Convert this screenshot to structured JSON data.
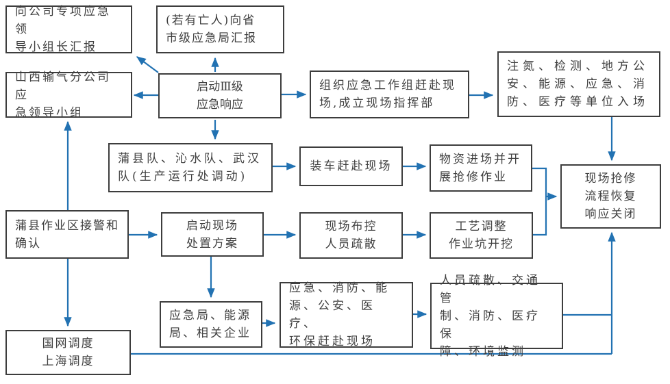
{
  "colors": {
    "arrow_blue": "#2272b2",
    "box_border": "#3d3d3d",
    "box_text": "#3f3f3f",
    "background": "#ffffff"
  },
  "nodes": {
    "report_company_leader": {
      "text": "向公司专项应急领\n导小组长汇报"
    },
    "report_provincial": {
      "text": "(若有亡人)向省\n市级应急局汇报"
    },
    "shanxi_branch_group": {
      "text": "山西输气分公司应\n急领导小组"
    },
    "start_level3_response": {
      "text": "启动Ⅲ级\n应急响应"
    },
    "organize_workgroup": {
      "text": "组织应急工作组赶赴现\n场,成立现场指挥部"
    },
    "units_enter_site": {
      "text": "注氮、检测、地方公\n安、能源、应急、消\n防、医疗等单位入场"
    },
    "rescue_teams": {
      "text": "蒲县队、沁水队、武汉\n队(生产运行处调动)"
    },
    "load_trucks": {
      "text": "装车赶赴现场"
    },
    "materials_arrive": {
      "text": "物资进场并开\n展抢修作业"
    },
    "repair_and_close": {
      "text": "现场抢修\n流程恢复\n响应关闭"
    },
    "puxian_alarm_confirm": {
      "text": "蒲县作业区接警和\n确认"
    },
    "start_onsite_plan": {
      "text": "启动现场\n处置方案"
    },
    "site_control_evac": {
      "text": "现场布控\n人员疏散"
    },
    "process_adjust_dig": {
      "text": "工艺调整\n作业坑开挖"
    },
    "local_bureaus": {
      "text": "应急局、能源\n局、相关企业"
    },
    "agencies_rush_site": {
      "text": "应急、消防、能\n源、公安、医疗、\n环保赶赴现场"
    },
    "support_measures": {
      "text": "人员疏散、交通管\n制、消防、医疗保\n障、环境监测"
    },
    "grid_dispatch": {
      "text": "国网调度\n上海调度"
    }
  }
}
